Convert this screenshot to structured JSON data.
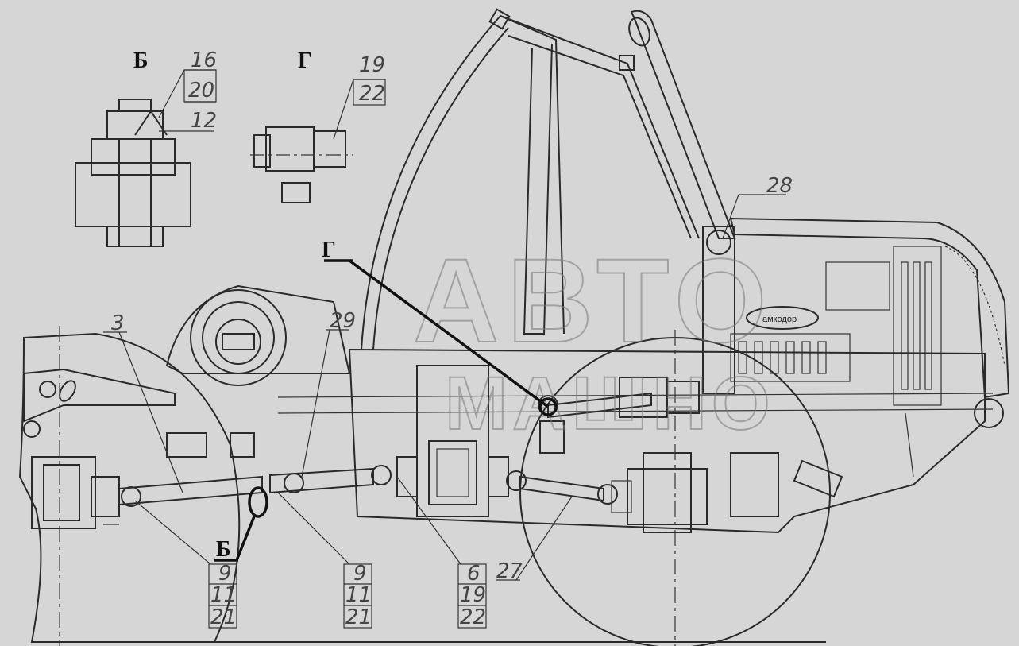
{
  "view_labels": {
    "b": "Б",
    "g": "Г"
  },
  "callouts": {
    "c16": "16",
    "c20": "20",
    "c12": "12",
    "c19a": "19",
    "c22a": "22",
    "c28": "28",
    "c3": "3",
    "c29": "29",
    "c9a": "9",
    "c11a": "11",
    "c21a": "21",
    "c9b": "9",
    "c11b": "11",
    "c21b": "21",
    "c6": "6",
    "c19b": "19",
    "c22b": "22",
    "c27": "27"
  },
  "watermark": {
    "line1": "АВТО",
    "line2": "МАШНО"
  },
  "brand_plate": "амкодор"
}
